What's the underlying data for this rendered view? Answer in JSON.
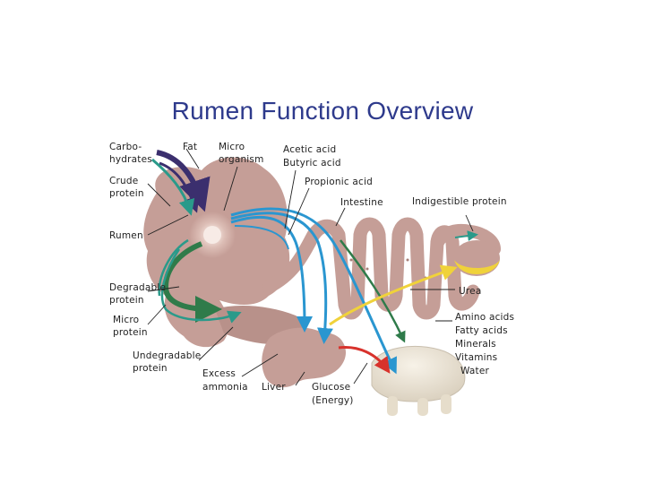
{
  "slide": {
    "title": "Rumen Function Overview"
  },
  "colors": {
    "tract": "#c59e97",
    "tract_dark": "#a77f79",
    "rumen_center": "#f3e3dc",
    "cow_body": "#e6ddcb",
    "fat_arrow": "#3b2f6e",
    "crude_arrow": "#2a9a8a",
    "degradable_arrow": "#2f7b4a",
    "propionic_arrow": "#2a96d0",
    "urea_arrow": "#f0d23a",
    "glucose_arrow": "#d8322c"
  },
  "labels": {
    "carbohydrates_1": "Carbo-",
    "carbohydrates_2": "hydrates",
    "fat": "Fat",
    "microorganism_1": "Micro",
    "microorganism_2": "organism",
    "acetic_acid": "Acetic acid",
    "butyric_acid": "Butyric acid",
    "crude_protein_1": "Crude",
    "crude_protein_2": "protein",
    "propionic_acid": "Propionic acid",
    "intestine": "Intestine",
    "indigestible_protein": "Indigestible protein",
    "rumen": "Rumen",
    "degradable_protein_1": "Degradable",
    "degradable_protein_2": "protein",
    "urea": "Urea",
    "micro_protein_1": "Micro",
    "micro_protein_2": "protein",
    "amino_acids": "Amino acids",
    "fatty_acids": "Fatty acids",
    "minerals": "Minerals",
    "vitamins": "Vitamins",
    "water": "Water",
    "undegradable_protein_1": "Undegradable",
    "undegradable_protein_2": "protein",
    "excess_ammonia_1": "Excess",
    "excess_ammonia_2": "ammonia",
    "liver": "Liver",
    "glucose_1": "Glucose",
    "glucose_2": "(Energy)"
  }
}
